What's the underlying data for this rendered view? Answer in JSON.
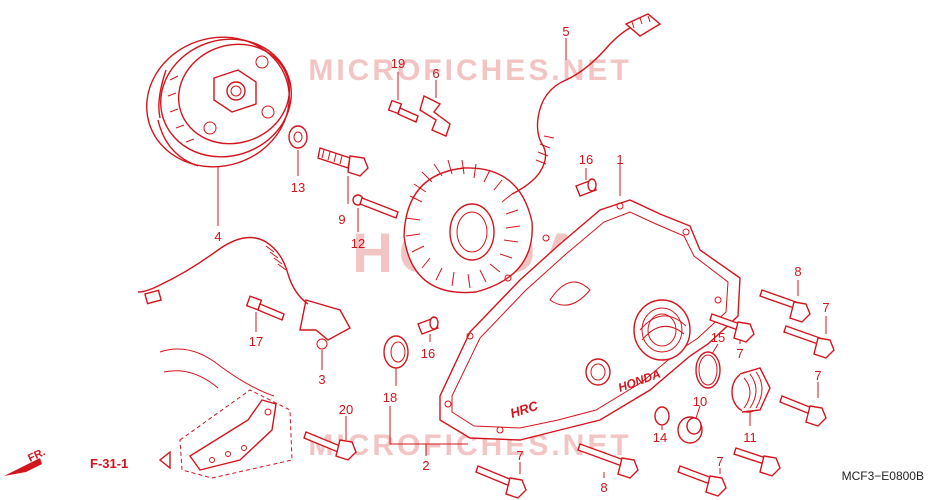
{
  "diagram": {
    "accent_color": "#d4141c",
    "watermark_color": "#f3c4c4",
    "watermarks": [
      "MICROFICHES.NET",
      "HONDA",
      "MICROFICHES.NET"
    ],
    "callouts": {
      "c1": "1",
      "c2": "2",
      "c3": "3",
      "c4": "4",
      "c5": "5",
      "c6": "6",
      "c7a": "7",
      "c7b": "7",
      "c7c": "7",
      "c7d": "7",
      "c7e": "7",
      "c8a": "8",
      "c8b": "8",
      "c9": "9",
      "c10": "10",
      "c11": "11",
      "c12": "12",
      "c13": "13",
      "c14": "14",
      "c15": "15",
      "c16a": "16",
      "c16b": "16",
      "c17": "17",
      "c18": "18",
      "c19": "19",
      "c20": "20"
    },
    "ref_label": "F-31-1",
    "front_label": "FR.",
    "cover_text_hrc": "HRC",
    "cover_text_honda": "HONDA",
    "figure_code": "MCF3−E0800B"
  }
}
